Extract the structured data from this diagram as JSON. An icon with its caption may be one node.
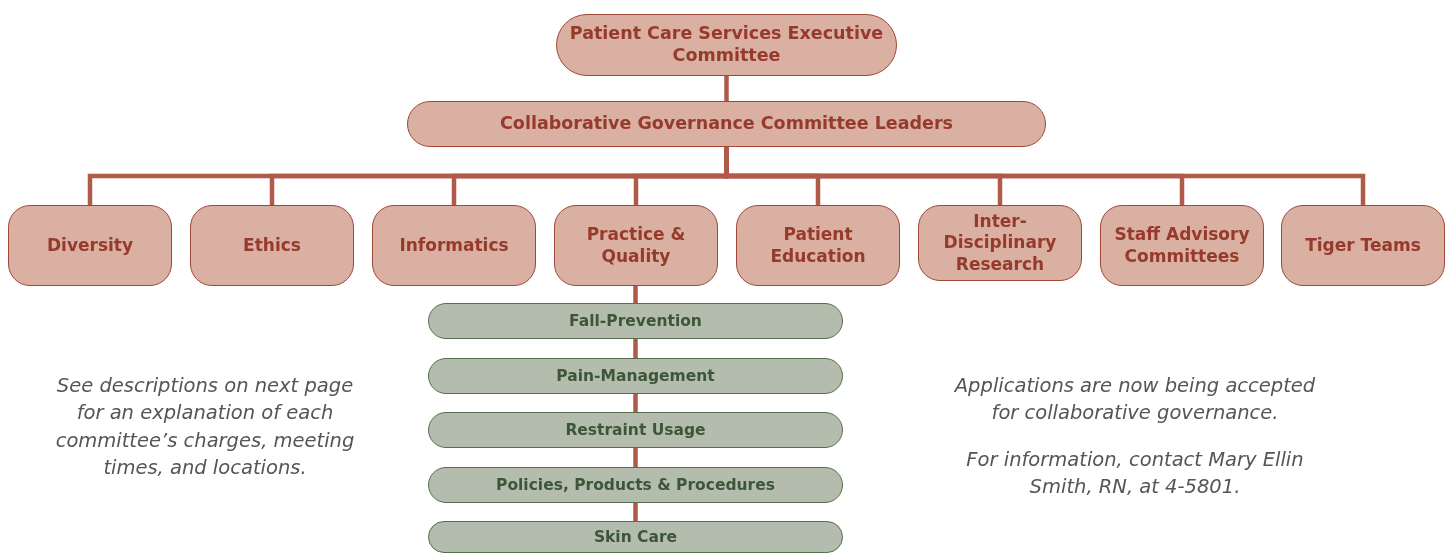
{
  "diagram": {
    "nodes": [
      {
        "text": [
          "Patient Care Services Executive Committee"
        ]
      },
      {
        "text": [
          "Collaborative Governance Committee Leaders"
        ]
      },
      {
        "text": [
          "Diversity"
        ]
      },
      {
        "text": [
          "Ethics"
        ]
      },
      {
        "text": [
          "Informatics"
        ]
      },
      {
        "text": [
          "Practice & Quality"
        ]
      },
      {
        "text": [
          "Patient Education"
        ]
      },
      {
        "text": [
          "Inter-Disciplinary Research"
        ]
      },
      {
        "text": [
          "Staff Advisory Committees"
        ]
      },
      {
        "text": [
          "Tiger Teams"
        ]
      },
      {
        "text": [
          "Fall-Prevention"
        ]
      },
      {
        "text": [
          "Pain-Management"
        ]
      },
      {
        "text": [
          "Restraint Usage"
        ]
      },
      {
        "text": [
          "Policies, Products & Procedures"
        ]
      },
      {
        "text": [
          "Skin Care"
        ]
      }
    ],
    "edges": [
      {
        "from": 0,
        "to": 1,
        "arrow": "none"
      },
      {
        "from": 1,
        "to": 2,
        "arrow": "none"
      },
      {
        "from": 1,
        "to": 3,
        "arrow": "none"
      },
      {
        "from": 1,
        "to": 4,
        "arrow": "none"
      },
      {
        "from": 1,
        "to": 5,
        "arrow": "none"
      },
      {
        "from": 1,
        "to": 6,
        "arrow": "none"
      },
      {
        "from": 1,
        "to": 7,
        "arrow": "none"
      },
      {
        "from": 1,
        "to": 8,
        "arrow": "none"
      },
      {
        "from": 1,
        "to": 9,
        "arrow": "none"
      },
      {
        "from": 5,
        "to": 10,
        "arrow": "none"
      },
      {
        "from": 10,
        "to": 11,
        "arrow": "none"
      },
      {
        "from": 11,
        "to": 12,
        "arrow": "none"
      },
      {
        "from": 12,
        "to": 13,
        "arrow": "none"
      },
      {
        "from": 13,
        "to": 14,
        "arrow": "none"
      }
    ],
    "labels": [
      "See descriptions on next page for an explanation of each committee’s charges, meeting times, and locations.",
      "Applications are now being accepted for collaborative governance.",
      "For information, contact Mary Ellin Smith, RN, at 4-5801."
    ]
  }
}
